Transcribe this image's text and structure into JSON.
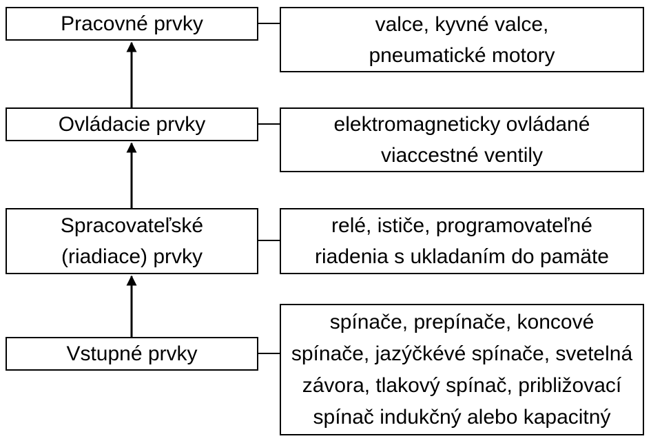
{
  "levels": [
    {
      "label": "Pracovné prvky",
      "description": "valce, kyvné valce,\npneumatické motory"
    },
    {
      "label": "Ovládacie prvky",
      "description": "elektromagneticky ovládané\nviaccestné ventily"
    },
    {
      "label": "Spracovateľské\n(riadiace) prvky",
      "description": "relé, ističe, programovateľné\nriadenia s ukladaním do pamäte"
    },
    {
      "label": "Vstupné prvky",
      "description": "spínače, prepínače, koncové\nspínače, jazýčkévé spínače, svetelná\nzávora, tlakový spínač, približovací\nspínač indukčný alebo kapacitný"
    }
  ]
}
